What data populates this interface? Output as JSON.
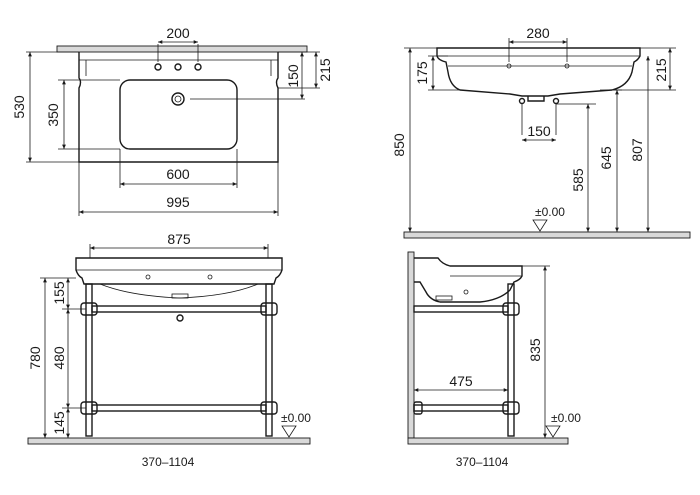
{
  "top_view": {
    "dims": {
      "tap_spacing": "200",
      "overflow_depth": "150",
      "top_depth": "215",
      "total_depth": "530",
      "bowl_depth": "350",
      "bowl_width": "600",
      "total_width": "995"
    }
  },
  "side_top_view": {
    "dims": {
      "tap_width": "280",
      "rim_height": "175",
      "basin_height": "215",
      "top_height": "850",
      "waste_spacing": "150",
      "height_585": "585",
      "height_645": "645",
      "height_807": "807",
      "floor_level": "±0.00"
    }
  },
  "front_view": {
    "dims": {
      "width": "875",
      "upper_height": "155",
      "total_height": "780",
      "mid_height": "480",
      "lower_height": "145",
      "floor_level": "±0.00"
    },
    "code": "370–1104"
  },
  "side_view": {
    "dims": {
      "height": "835",
      "rail_depth": "475",
      "floor_level": "±0.00"
    },
    "code": "370–1104"
  }
}
